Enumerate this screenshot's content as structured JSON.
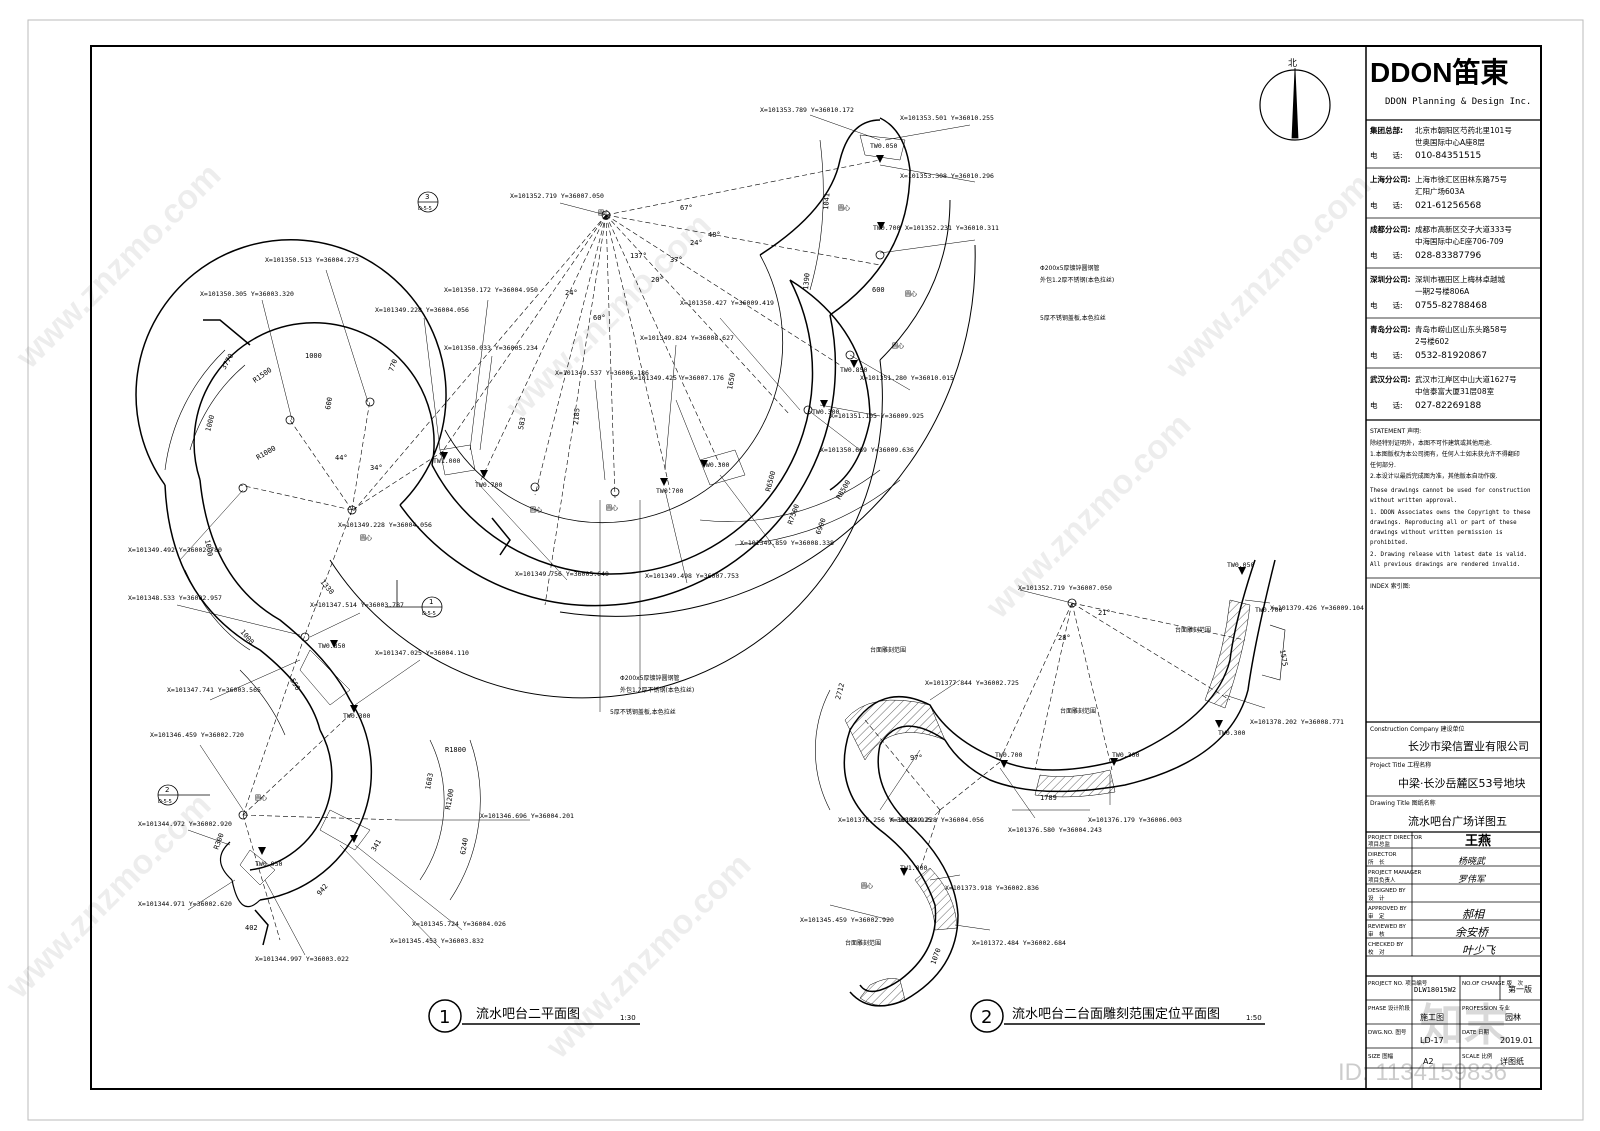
{
  "title_block": {
    "logo": "DDON笛東",
    "company_en": "DDON Planning & Design Inc.",
    "offices": [
      {
        "label": "集团总部:",
        "addr1": "北京市朝阳区芍药北里101号",
        "addr2": "世奥国际中心A座8层",
        "tel_label": "电　　话:",
        "tel": "010-84351515"
      },
      {
        "label": "上海分公司:",
        "addr1": "上海市徐汇区田林东路75号",
        "addr2": "汇阳广场603A",
        "tel_label": "电　　话:",
        "tel": "021-61256568"
      },
      {
        "label": "成都分公司:",
        "addr1": "成都市高新区交子大道333号",
        "addr2": "中海国际中心E座706-709",
        "tel_label": "电　　话:",
        "tel": "028-83387796"
      },
      {
        "label": "深圳分公司:",
        "addr1": "深圳市福田区上梅林卓越城",
        "addr2": "一期2号楼806A",
        "tel_label": "电　　话:",
        "tel": "0755-82788468"
      },
      {
        "label": "青岛分公司:",
        "addr1": "青岛市崂山区山东头路58号",
        "addr2": "2号楼602",
        "tel_label": "电　　话:",
        "tel": "0532-81920867"
      },
      {
        "label": "武汉分公司:",
        "addr1": "武汉市江岸区中山大道1627号",
        "addr2": "中信泰富大厦31层08室",
        "tel_label": "电　　话:",
        "tel": "027-82269188"
      }
    ],
    "statement_title": "STATEMENT 声明:",
    "statement_cn": [
      "除经特别证明外，本图不可作建筑或其他用途.",
      "1.本图版权为本公司拥有，任何人士如未获允许不得翻印",
      "  任何部分.",
      "2.本设计以最后完成图为准，其他版本自动作废."
    ],
    "statement_en": [
      "These drawings cannot be used for construction",
      "without written approval.",
      "  1. DDON Associates owns the Copyright to these",
      "drawings. Reproducing all or part of these",
      "drawings without written permission is",
      "prohibited.",
      "  2. Drawing release with latest date is valid.",
      "All previous drawings are rendered invalid."
    ],
    "index_label": "INDEX 索引图:",
    "construction_company_label": "Construction Company  建设单位",
    "construction_company": "长沙市梁信置业有限公司",
    "project_title_label": "Project Title  工程名称",
    "project_title": "中梁·长沙岳麓区53号地块",
    "drawing_title_label": "Drawing Title  图纸名称",
    "drawing_title": "流水吧台广场详图五",
    "roles": [
      {
        "en": "PROJECT DIRECTOR",
        "cn": "项目总监",
        "sign": "王燕"
      },
      {
        "en": "DIRECTOR",
        "cn": "所　长",
        "sign": "杨晓武"
      },
      {
        "en": "PROJECT MANAGER",
        "cn": "项目负责人",
        "sign": "罗伟军"
      },
      {
        "en": "DESIGNED BY",
        "cn": "设　计",
        "sign": ""
      },
      {
        "en": "APPROVED BY",
        "cn": "审　定",
        "sign": "郝相"
      },
      {
        "en": "REVIEWED BY",
        "cn": "审　核",
        "sign": "余安桥"
      },
      {
        "en": "CHECKED BY",
        "cn": "校　对",
        "sign": "叶少飞"
      }
    ],
    "project_no_label": "PROJECT NO. 项目编号",
    "project_no": "DLW18015W2",
    "change_label": "NO.OF CHANGE 版　次",
    "change": "第一版",
    "phase_label": "PHASE 设计阶段",
    "phase": "施工图",
    "profession_label": "PROFESSION 专业",
    "profession": "园林",
    "dwg_no_label": "DWG.NO. 图号",
    "dwg_no": "LD-17",
    "date_label": "DATE 日期",
    "date": "2019.01",
    "size_label": "SIZE 图幅",
    "size": "A2",
    "scale_label": "SCALE 比例",
    "scale": "详图纸"
  },
  "drawings": {
    "north_label": "北",
    "plan1": {
      "number": "1",
      "title": "流水吧台二平面图",
      "scale": "1:30"
    },
    "plan2": {
      "number": "2",
      "title": "流水吧台二台面雕刻范围定位平面图",
      "scale": "1:50"
    },
    "coords_plan1": [
      "X=101350.305 Y=36003.320",
      "X=101350.513 Y=36004.273",
      "X=101349.228 Y=36004.056",
      "X=101350.172 Y=36004.950",
      "X=101350.033 Y=36005.234",
      "X=101349.537 Y=36006.186",
      "X=101352.719 Y=36007.050",
      "X=101353.789 Y=36010.172",
      "X=101353.501 Y=36010.255",
      "X=101353.308 Y=36010.296",
      "X=101352.231 Y=36010.311",
      "X=101350.427 Y=36009.419",
      "X=101349.824 Y=36008.627",
      "X=101349.425 Y=36007.176",
      "X=101351.280 Y=36010.015",
      "X=101351.105 Y=36009.925",
      "X=101350.669 Y=36009.636",
      "X=101349.228 Y=36004.056",
      "X=101349.492 Y=36002.780",
      "X=101348.533 Y=36002.957",
      "X=101347.514 Y=36003.787",
      "X=101347.025 Y=36004.110",
      "X=101347.741 Y=36003.565",
      "X=101346.459 Y=36002.720",
      "X=101346.696 Y=36004.201",
      "X=101344.972 Y=36002.920",
      "X=101344.971 Y=36002.620",
      "X=101345.724 Y=36004.026",
      "X=101345.453 Y=36003.832",
      "X=101344.997 Y=36003.022",
      "X=101349.756 Y=36005.640",
      "X=101349.498 Y=36007.753",
      "X=101349.859 Y=36008.338"
    ],
    "coords_plan2": [
      "X=101352.719 Y=36007.050",
      "X=101379.426 Y=36009.104",
      "X=101378.202 Y=36008.771",
      "X=101377.844 Y=36002.725",
      "X=101376.256 Y=36002.925",
      "X=101349.228 Y=36004.056",
      "X=101376.580 Y=36004.243",
      "X=101376.179 Y=36006.003",
      "X=101373.918 Y=36002.836",
      "X=101345.459 Y=36002.920",
      "X=101372.484 Y=36002.684"
    ],
    "dims": [
      "3770",
      "1000",
      "R1500",
      "600",
      "770",
      "1000",
      "R1000",
      "44°",
      "34°",
      "1000",
      "1330",
      "1000",
      "550",
      "R1800",
      "R1200",
      "R300",
      "402",
      "942",
      "341",
      "1683",
      "6240",
      "R8500",
      "R7500",
      "6990",
      "R6500",
      "1650",
      "1390",
      "1041",
      "600",
      "583",
      "2185",
      "60°",
      "24°",
      "24°",
      "137°",
      "37°",
      "20°",
      "48°",
      "67°",
      "1789",
      "2712",
      "1575",
      "28°",
      "21°",
      "97°",
      "1070"
    ],
    "notes": [
      "Φ200x5厚镀锌圆钢管",
      "外包1.2厚不锈钢(本色拉丝)",
      "5厚不锈钢盖板,本色拉丝",
      "台面雕刻范围",
      "圆心"
    ],
    "levels": [
      "TW0.050",
      "TW0.700",
      "TW0.850",
      "TW1.000",
      "TW0.300",
      "TW0.300",
      "TW0.050"
    ],
    "index_marks": [
      {
        "top": "3",
        "bottom": "D-5-5"
      },
      {
        "top": "1",
        "bottom": "D-5-5"
      },
      {
        "top": "2",
        "bottom": "D-5-5"
      }
    ]
  },
  "watermark": {
    "text": "www.znzmo.com",
    "brand": "知末",
    "id": "ID: 1134159836"
  }
}
